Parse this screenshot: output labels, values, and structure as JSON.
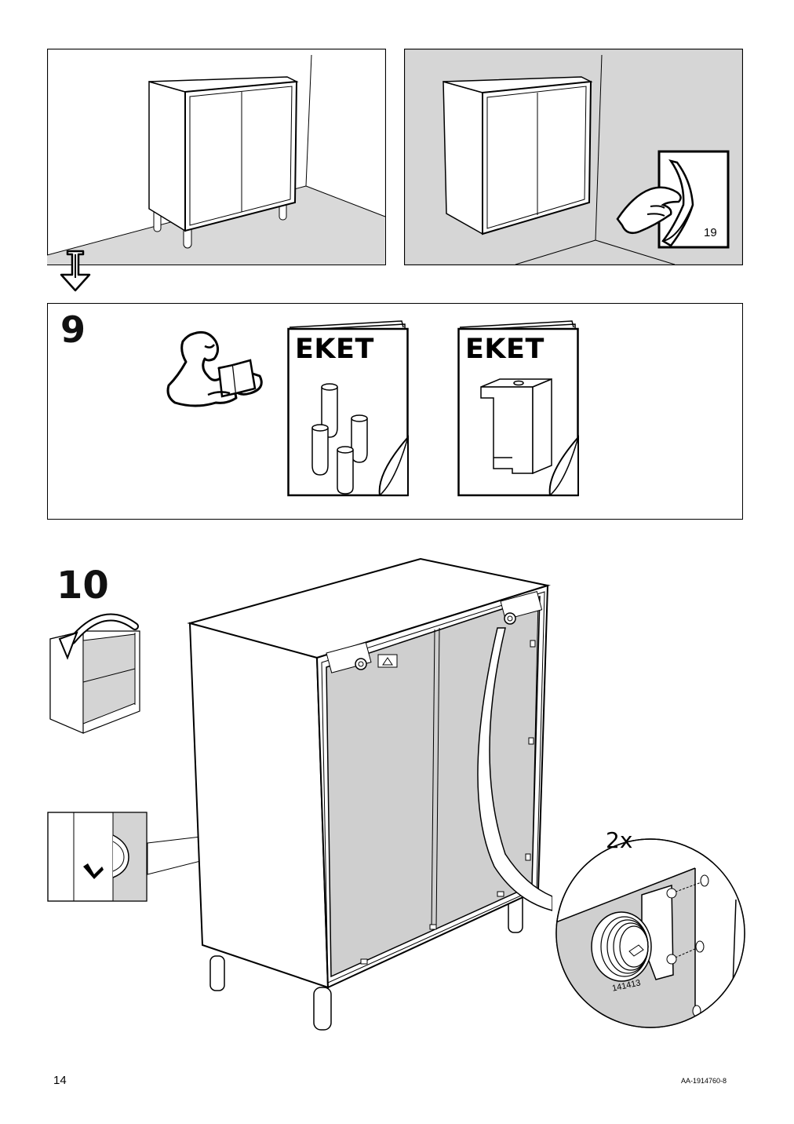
{
  "top_panels": {
    "right_page_ref": "19"
  },
  "step9": {
    "number": "9",
    "booklets": [
      {
        "title": "EKET"
      },
      {
        "title": "EKET"
      }
    ]
  },
  "step10": {
    "number": "10",
    "quantity": "2x",
    "part_number": "141413"
  },
  "footer": {
    "page_number": "14",
    "doc_code": "AA-1914760-8"
  }
}
